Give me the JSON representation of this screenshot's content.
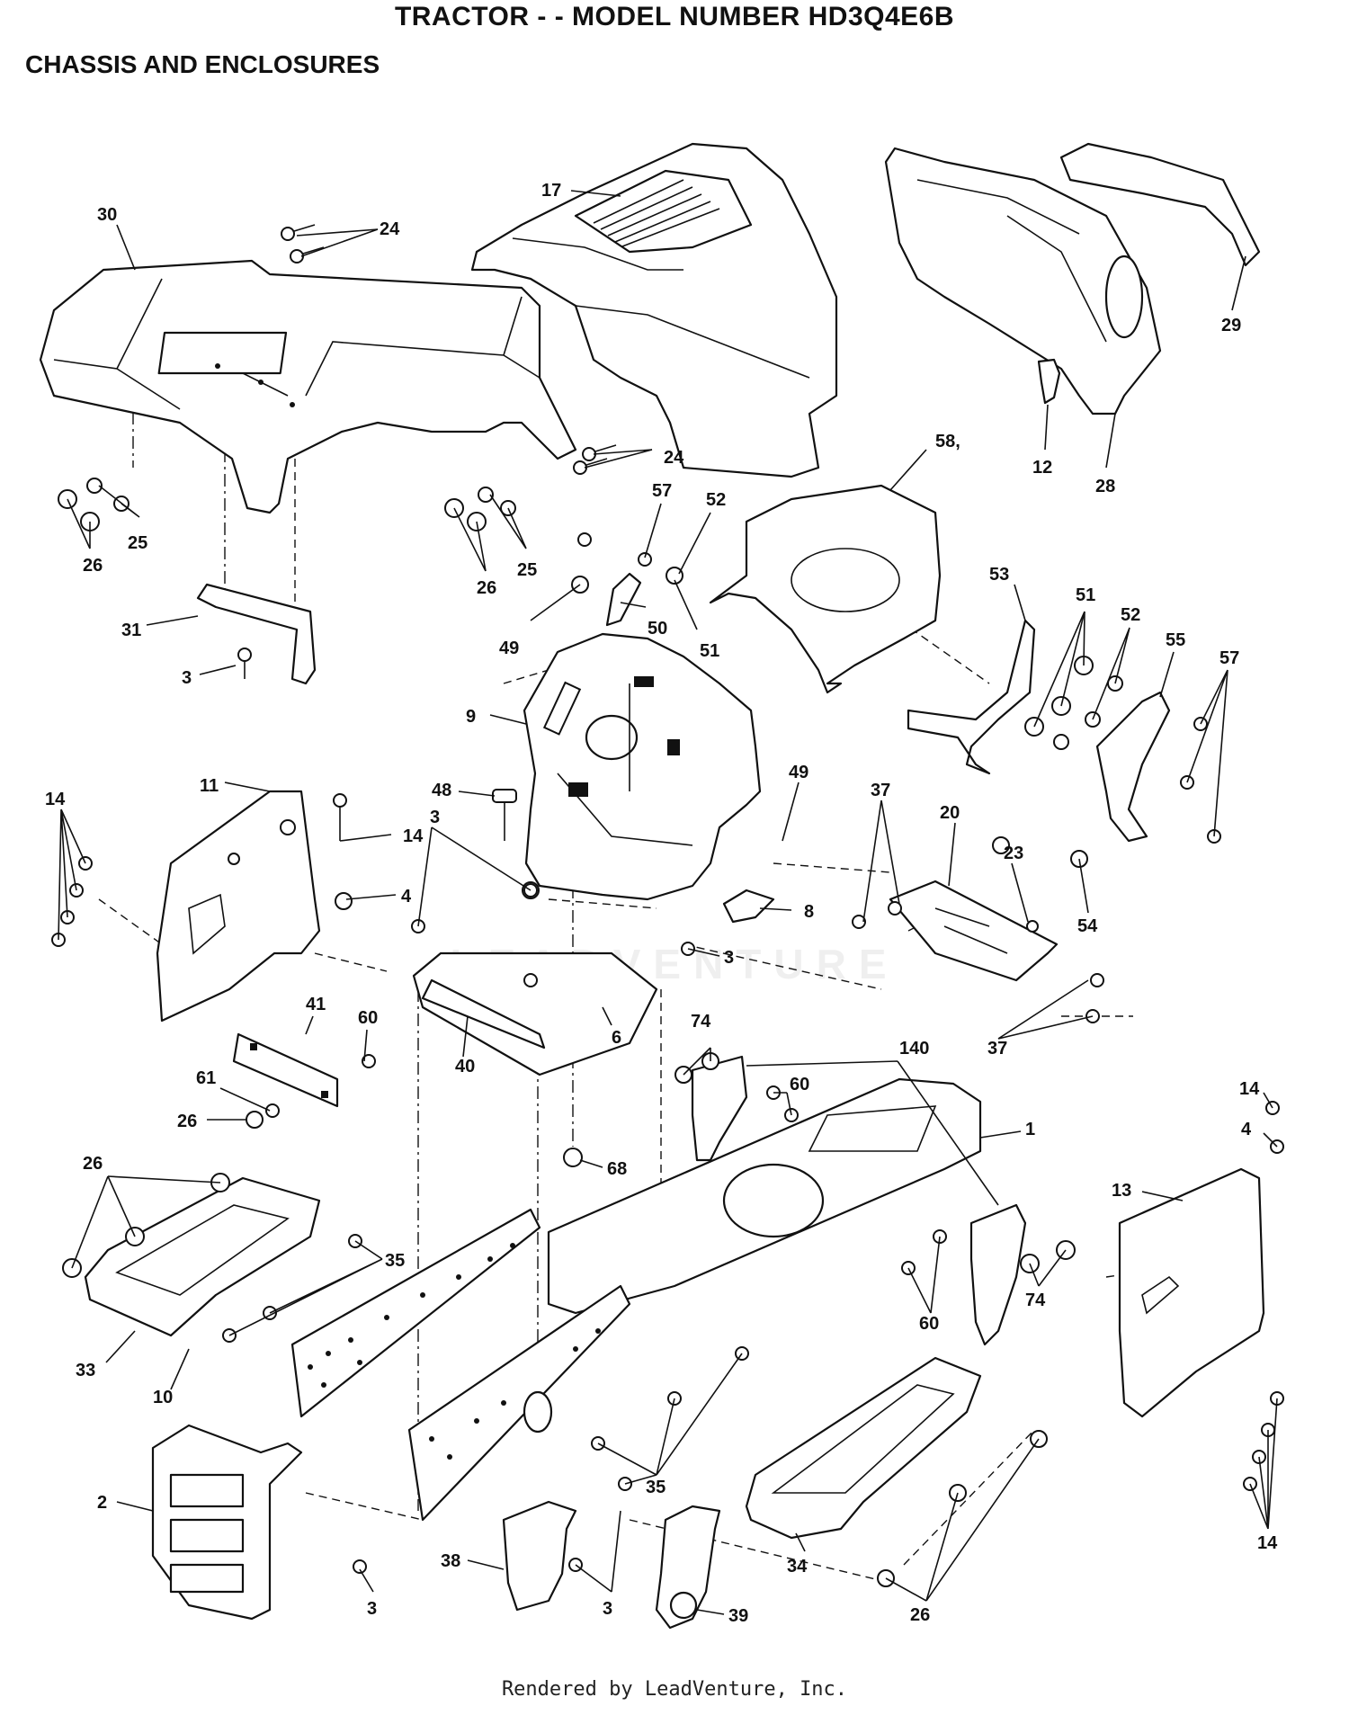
{
  "header": {
    "title": "TRACTOR - - MODEL NUMBER HD3Q4E6B",
    "subtitle": "CHASSIS AND ENCLOSURES"
  },
  "footer": {
    "text": "Rendered by LeadVenture, Inc."
  },
  "watermark": {
    "text": "LEADVENTURE"
  },
  "callouts": [
    {
      "label": "30"
    },
    {
      "label": "24"
    },
    {
      "label": "17"
    },
    {
      "label": "29"
    },
    {
      "label": "24"
    },
    {
      "label": "12"
    },
    {
      "label": "28"
    },
    {
      "label": "58,"
    },
    {
      "label": "25"
    },
    {
      "label": "26"
    },
    {
      "label": "25"
    },
    {
      "label": "26"
    },
    {
      "label": "57"
    },
    {
      "label": "52"
    },
    {
      "label": "31"
    },
    {
      "label": "3"
    },
    {
      "label": "49"
    },
    {
      "label": "50"
    },
    {
      "label": "51"
    },
    {
      "label": "53"
    },
    {
      "label": "51"
    },
    {
      "label": "52"
    },
    {
      "label": "55"
    },
    {
      "label": "57"
    },
    {
      "label": "9"
    },
    {
      "label": "14"
    },
    {
      "label": "11"
    },
    {
      "label": "48"
    },
    {
      "label": "49"
    },
    {
      "label": "37"
    },
    {
      "label": "20"
    },
    {
      "label": "23"
    },
    {
      "label": "14"
    },
    {
      "label": "4"
    },
    {
      "label": "3"
    },
    {
      "label": "8"
    },
    {
      "label": "54"
    },
    {
      "label": "3"
    },
    {
      "label": "37"
    },
    {
      "label": "41"
    },
    {
      "label": "60"
    },
    {
      "label": "40"
    },
    {
      "label": "6"
    },
    {
      "label": "74"
    },
    {
      "label": "140"
    },
    {
      "label": "61"
    },
    {
      "label": "26"
    },
    {
      "label": "60"
    },
    {
      "label": "14"
    },
    {
      "label": "4"
    },
    {
      "label": "1"
    },
    {
      "label": "68"
    },
    {
      "label": "26"
    },
    {
      "label": "13"
    },
    {
      "label": "35"
    },
    {
      "label": "33"
    },
    {
      "label": "10"
    },
    {
      "label": "60"
    },
    {
      "label": "74"
    },
    {
      "label": "2"
    },
    {
      "label": "35"
    },
    {
      "label": "38"
    },
    {
      "label": "3"
    },
    {
      "label": "3"
    },
    {
      "label": "39"
    },
    {
      "label": "34"
    },
    {
      "label": "26"
    },
    {
      "label": "14"
    }
  ]
}
